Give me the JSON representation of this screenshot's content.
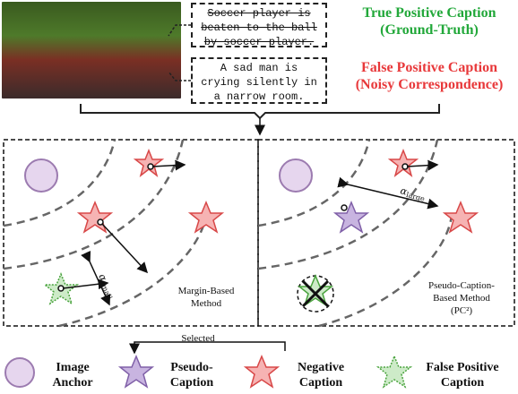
{
  "captions": {
    "true_caption": [
      "Soccer player is",
      "beaten to the ball",
      "by soccer player."
    ],
    "false_caption": [
      "A sad man is",
      "crying silently in",
      "a narrow room."
    ]
  },
  "headings": {
    "true_positive": [
      "True Positive Caption",
      "(Ground-Truth)"
    ],
    "false_positive": [
      "False Positive Caption",
      "(Noisy Correspondence)"
    ]
  },
  "panels": {
    "margin_method": [
      "Margin-Based",
      "Method"
    ],
    "pc_method": [
      "Pseudo-Caption-",
      "Based Method",
      "(PC²)"
    ],
    "alpha_small": "α",
    "alpha_small_sub": "small",
    "alpha_large": "α",
    "alpha_large_sub": "large"
  },
  "legend": {
    "selected": "Selected",
    "image_anchor": [
      "Image",
      "Anchor"
    ],
    "pseudo_caption": [
      "Pseudo-",
      "Caption"
    ],
    "negative_caption": [
      "Negative",
      "Caption"
    ],
    "false_positive_caption": [
      "False Positive",
      "Caption"
    ]
  },
  "colors": {
    "true_positive": "#22a83a",
    "false_positive": "#e8383a",
    "image_anchor_fill": "#e6d6ee",
    "image_anchor_stroke": "#9c7bb0",
    "pseudo_fill": "#c8b4e0",
    "pseudo_stroke": "#8060a8",
    "negative_fill": "#f6b3b3",
    "negative_stroke": "#d84848",
    "fp_fill": "#cdebc8",
    "fp_stroke": "#4aa33e"
  }
}
